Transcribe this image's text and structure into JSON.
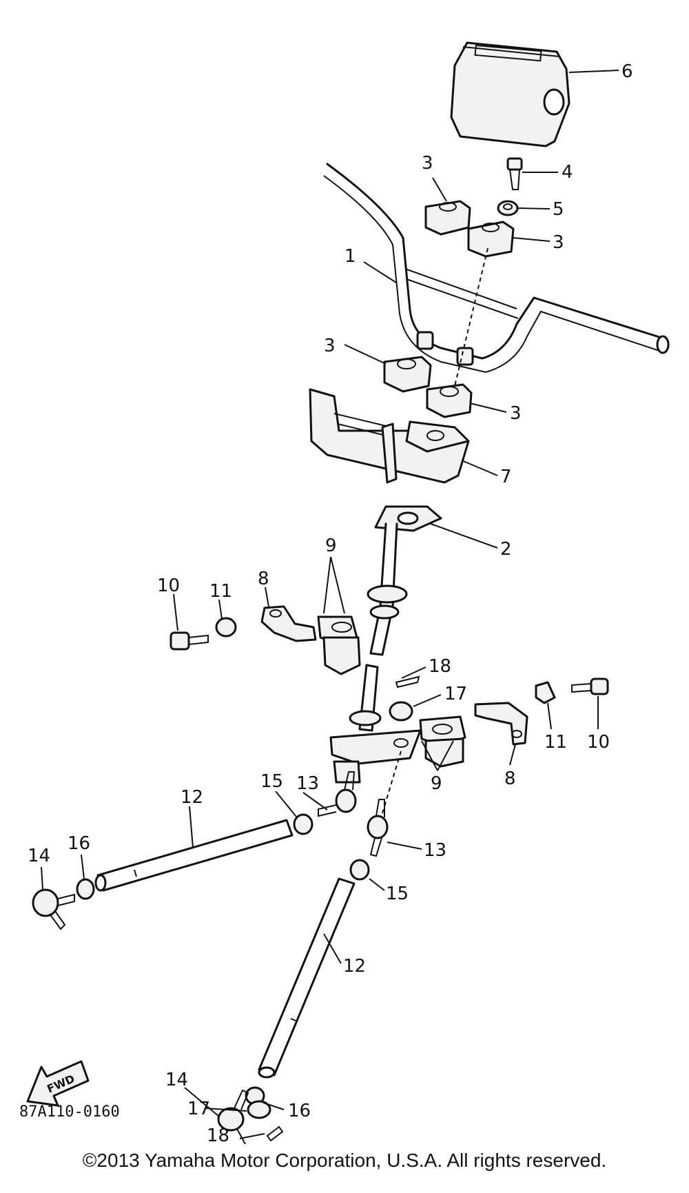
{
  "diagram": {
    "code": "87A110-0160",
    "fwd_label": "FWD",
    "labels": {
      "handlebar": "1",
      "column": "2",
      "holder_a": "3",
      "holder_b": "3",
      "holder_c": "3",
      "holder_d": "3",
      "bolt_top": "4",
      "washer": "5",
      "pad": "6",
      "bracket": "7",
      "clamp_left": "8",
      "clamp_right": "8",
      "bushing_left": "9",
      "bushing_right": "9",
      "bolt_left": "10",
      "bolt_right": "10",
      "nut_left": "11",
      "nut_right": "11",
      "tierod_left": "12",
      "tierod_right": "12",
      "rodend_left": "13",
      "rodend_right": "13",
      "balljoint_left": "14",
      "balljoint_right": "14",
      "locknut_left": "15",
      "locknut_right": "15",
      "locknut2_left": "16",
      "locknut2_right": "16",
      "castnut_top": "17",
      "castnut_bottom": "17",
      "pin_top": "18",
      "pin_bottom": "18"
    }
  },
  "copyright": "©2013 Yamaha Motor Corporation, U.S.A. All rights reserved."
}
